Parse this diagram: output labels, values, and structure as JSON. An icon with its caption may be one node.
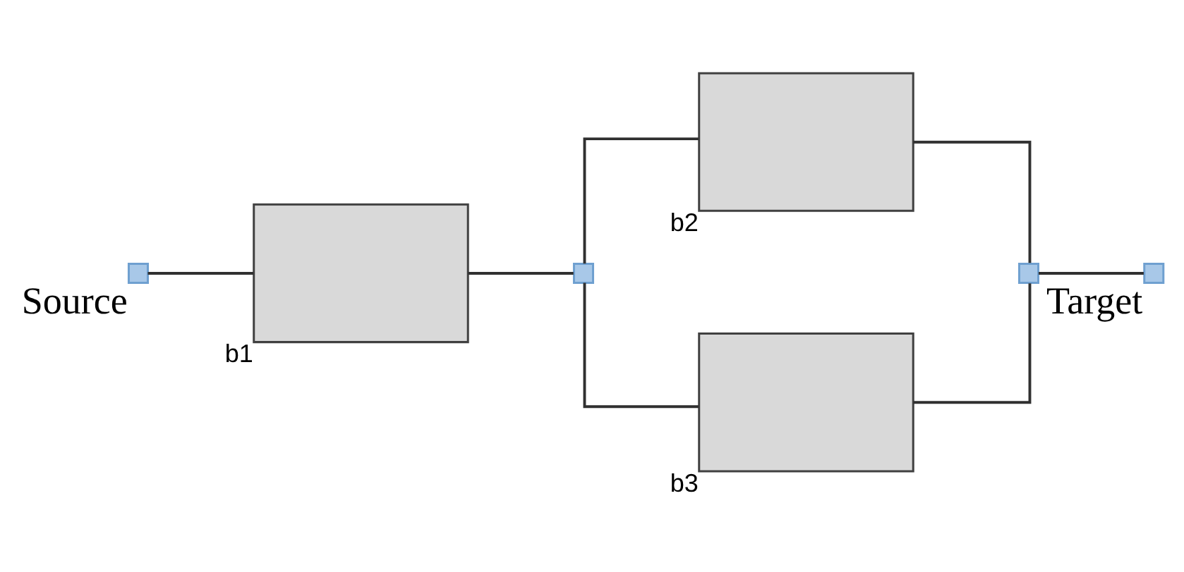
{
  "diagram": {
    "nodes": [
      {
        "text": [],
        "shape": "box",
        "beside": [
          "Source"
        ]
      },
      {
        "text": [],
        "shape": "box",
        "beside": [
          "b1"
        ]
      },
      {
        "text": [],
        "shape": "box"
      },
      {
        "text": [],
        "shape": "box",
        "beside": [
          "b2"
        ]
      },
      {
        "text": [],
        "shape": "box",
        "beside": [
          "b3"
        ]
      },
      {
        "text": [],
        "shape": "box"
      },
      {
        "text": [],
        "shape": "box",
        "beside": [
          "Target"
        ]
      }
    ],
    "edges": [
      {
        "from": 0,
        "to": 1,
        "arrow": "none"
      },
      {
        "from": 1,
        "to": 2,
        "arrow": "none"
      },
      {
        "from": 2,
        "to": 3,
        "arrow": "none"
      },
      {
        "from": 2,
        "to": 4,
        "arrow": "none"
      },
      {
        "from": 3,
        "to": 5,
        "arrow": "none"
      },
      {
        "from": 4,
        "to": 5,
        "arrow": "none"
      },
      {
        "from": 5,
        "to": 6,
        "arrow": "none"
      }
    ]
  }
}
